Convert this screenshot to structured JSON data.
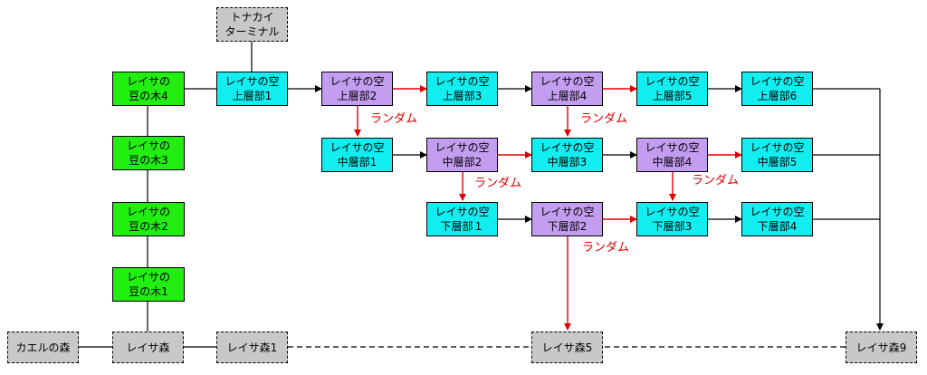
{
  "nodes": {
    "tonakai_terminal": {
      "line1": "トナカイ",
      "line2": "ターミナル"
    },
    "mame4": {
      "line1": "レイサの",
      "line2": "豆の木4"
    },
    "mame3": {
      "line1": "レイサの",
      "line2": "豆の木3"
    },
    "mame2": {
      "line1": "レイサの",
      "line2": "豆の木2"
    },
    "mame1": {
      "line1": "レイサの",
      "line2": "豆の木1"
    },
    "sky_upper1": {
      "line1": "レイサの空",
      "line2": "上層部1"
    },
    "sky_upper2": {
      "line1": "レイサの空",
      "line2": "上層部2"
    },
    "sky_upper3": {
      "line1": "レイサの空",
      "line2": "上層部3"
    },
    "sky_upper4": {
      "line1": "レイサの空",
      "line2": "上層部4"
    },
    "sky_upper5": {
      "line1": "レイサの空",
      "line2": "上層部5"
    },
    "sky_upper6": {
      "line1": "レイサの空",
      "line2": "上層部6"
    },
    "sky_middle1": {
      "line1": "レイサの空",
      "line2": "中層部1"
    },
    "sky_middle2": {
      "line1": "レイサの空",
      "line2": "中層部2"
    },
    "sky_middle3": {
      "line1": "レイサの空",
      "line2": "中層部3"
    },
    "sky_middle4": {
      "line1": "レイサの空",
      "line2": "中層部4"
    },
    "sky_middle5": {
      "line1": "レイサの空",
      "line2": "中層部5"
    },
    "sky_lower1": {
      "line1": "レイサの空",
      "line2": "下層部１"
    },
    "sky_lower2": {
      "line1": "レイサの空",
      "line2": "下層部2"
    },
    "sky_lower3": {
      "line1": "レイサの空",
      "line2": "下層部3"
    },
    "sky_lower4": {
      "line1": "レイサの空",
      "line2": "下層部4"
    },
    "kaeru_forest": {
      "line1": "カエルの森"
    },
    "reisa_forest": {
      "line1": "レイサ森"
    },
    "reisa_forest1": {
      "line1": "レイサ森1"
    },
    "reisa_forest5": {
      "line1": "レイサ森5"
    },
    "reisa_forest9": {
      "line1": "レイサ森9"
    }
  },
  "random_label": "ランダム",
  "colors": {
    "bean_tree": "#22ee11",
    "sky_cyan": "#12eef0",
    "sky_purple": "#c39df0",
    "forest_gray": "#c8c8c8",
    "random_arrow": "#e00000",
    "normal_arrow": "#000000"
  }
}
